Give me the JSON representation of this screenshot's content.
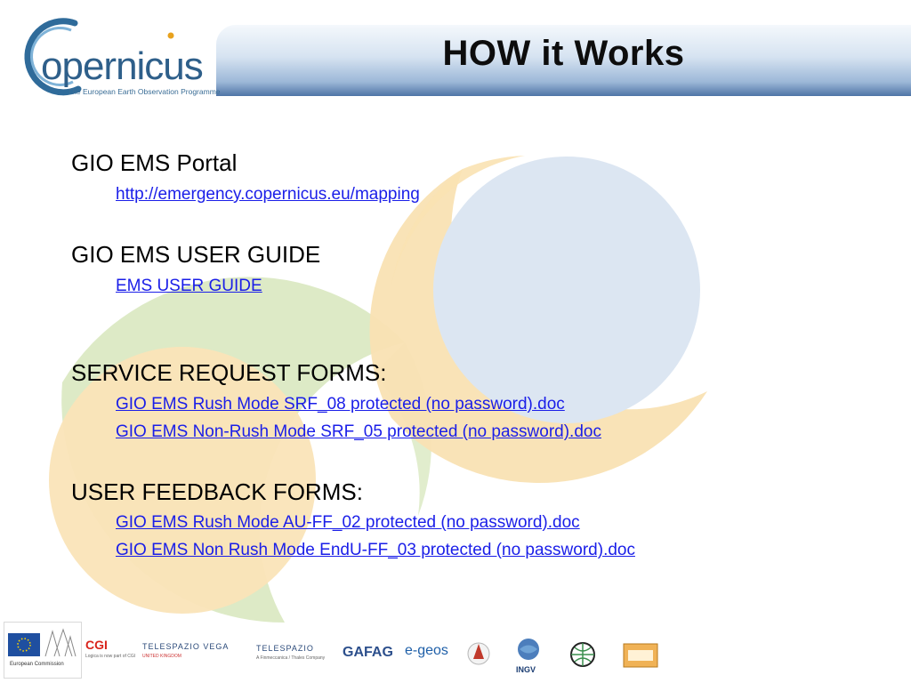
{
  "header": {
    "title": "HOW it Works",
    "logo": {
      "word": "opernicus",
      "subtitle": "The European Earth Observation Programme"
    }
  },
  "sections": {
    "portal": {
      "heading": "GIO EMS Portal",
      "link": "http://emergency.copernicus.eu/mapping"
    },
    "user_guide": {
      "heading": "GIO EMS USER GUIDE",
      "link": "EMS USER GUIDE"
    },
    "service_request": {
      "heading": "SERVICE REQUEST FORMS:",
      "links": [
        "GIO EMS Rush Mode SRF_08 protected (no password).doc",
        "GIO EMS Non-Rush Mode SRF_05 protected (no password).doc"
      ]
    },
    "user_feedback": {
      "heading": "USER FEEDBACK FORMS:",
      "links": [
        "GIO EMS Rush Mode AU-FF_02 protected (no password).doc",
        "GIO EMS Non Rush Mode EndU-FF_03 protected (no password).doc"
      ]
    }
  },
  "footer": {
    "ec": {
      "label": "European Commission"
    },
    "cgi": {
      "name": "CGI",
      "tagline": "Logica is now part of CGI"
    },
    "telespazio_vega": {
      "name": "TELESPAZIO VEGA",
      "tagline": "UNITED KINGDOM"
    },
    "telespazio": {
      "name": "TELESPAZIO",
      "tagline": "A Finmeccanica / Thales Company"
    },
    "gafag": {
      "name": "GAFAG"
    },
    "egeos": {
      "name": "e-geos"
    },
    "ingv": {
      "name": "INGV"
    }
  },
  "colors": {
    "link": "#1a1ee8",
    "header_dark": "#4f75a6",
    "circle_yellow": "#f7e3b4",
    "circle_green": "#d7e6bd",
    "circle_blue": "#dde7f2"
  }
}
